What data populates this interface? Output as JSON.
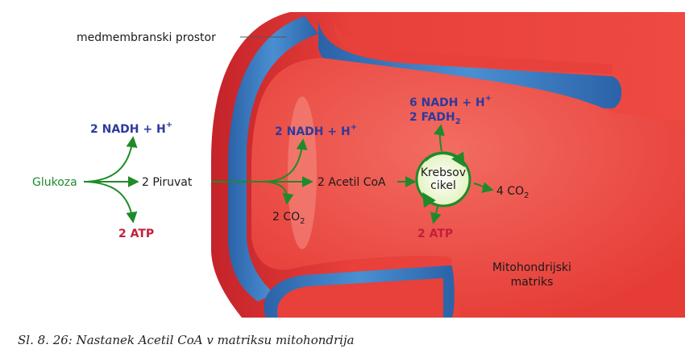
{
  "labels": {
    "intermembrane": "medmembranski prostor",
    "matrix_line1": "Mitohondrijski",
    "matrix_line2": "matriks",
    "glucose": "Glukoza",
    "pyruvate": "2 Piruvat",
    "acetyl_coa": "2 Acetil CoA",
    "krebs_line1": "Krebsov",
    "krebs_line2": "cikel",
    "nadh_glycolysis": "2 NADH + H",
    "nadh_pyruvate": "2 NADH + H",
    "nadh_krebs": "6 NADH + H",
    "fadh_krebs": "2 FADH",
    "fadh_sub": "2",
    "plus_sup": "+",
    "atp_glycolysis": "2 ATP",
    "atp_krebs": "2 ATP",
    "co2_pyruvate": "2 CO",
    "co2_krebs": "4 CO",
    "co2_sub": "2"
  },
  "caption": "Sl. 8. 26: Nastanek Acetil CoA v matriksu mitohondrija",
  "colors": {
    "membrane_red": "#e63a35",
    "membrane_blue": "#3d7fc4",
    "matrix_red": "#ee4a42",
    "arrow_green": "#1f8a2a",
    "nadh_blue": "#2d3a9c",
    "atp_red": "#c41e3a",
    "krebs_fill": "#eef7d2"
  }
}
